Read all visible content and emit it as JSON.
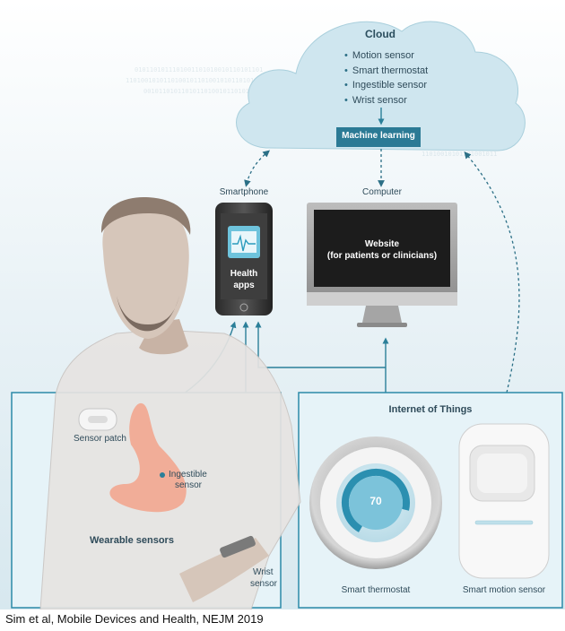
{
  "cloud": {
    "title": "Cloud",
    "items": [
      "Motion sensor",
      "Smart thermostat",
      "Ingestible sensor",
      "Wrist sensor"
    ],
    "ml_label": "Machine learning"
  },
  "smartphone": {
    "label": "Smartphone",
    "app_label_1": "Health",
    "app_label_2": "apps"
  },
  "computer": {
    "label": "Computer",
    "screen_line_1": "Website",
    "screen_line_2": "(for patients or clinicians)"
  },
  "iot": {
    "title": "Internet of Things",
    "thermostat_label": "Smart thermostat",
    "thermostat_value": "70",
    "motion_sensor_label": "Smart motion sensor"
  },
  "wearables": {
    "title": "Wearable sensors",
    "sensor_patch": "Sensor patch",
    "ingestible_1": "Ingestible",
    "ingestible_2": "sensor",
    "wrist_1": "Wrist",
    "wrist_2": "sensor"
  },
  "caption": "Sim et al, Mobile Devices and Health, NEJM 2019",
  "colors": {
    "accent": "#2b7f99",
    "panel_border": "#2b8aa8",
    "panel_fill": "#e6f3f8",
    "cloud_fill": "#cfe6ef",
    "ml_box": "#2b7a95",
    "stomach": "#f2a38b",
    "screen_dark": "#1c1c1c"
  }
}
